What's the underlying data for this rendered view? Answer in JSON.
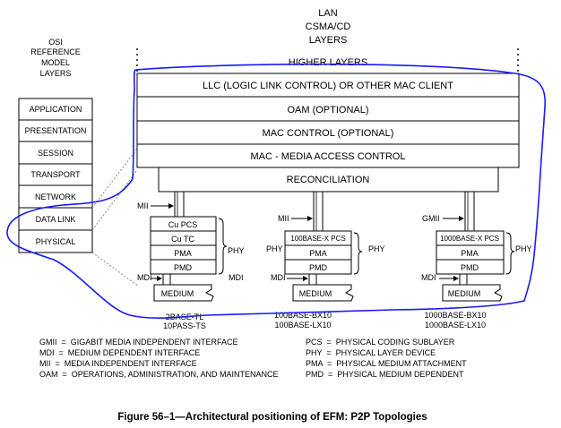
{
  "header": {
    "lan_lines": [
      "LAN",
      "CSMA/CD",
      "LAYERS"
    ],
    "osi_lines": [
      "OSI",
      "REFERENCE",
      "MODEL",
      "LAYERS"
    ],
    "higher_layers": "HIGHER LAYERS"
  },
  "osi_layers": [
    "APPLICATION",
    "PRESENTATION",
    "SESSION",
    "TRANSPORT",
    "NETWORK",
    "DATA LINK",
    "PHYSICAL"
  ],
  "stack_layers": [
    "LLC (LOGIC LINK CONTROL) OR OTHER MAC CLIENT",
    "OAM (OPTIONAL)",
    "MAC CONTROL (OPTIONAL)",
    "MAC - MEDIA ACCESS CONTROL",
    "RECONCILIATION"
  ],
  "phy_columns": {
    "left": {
      "interface": "MII",
      "sublayers": [
        "Cu PCS",
        "Cu TC",
        "PMA",
        "PMD"
      ],
      "phy_label": "PHY",
      "mdi_left": "MDI",
      "mdi_right": "MDI",
      "medium": "MEDIUM",
      "standards": [
        "2BASE-TL",
        "10PASS-TS"
      ]
    },
    "middle": {
      "interface": "MII",
      "sublayers": [
        "100BASE-X PCS",
        "PMA",
        "PMD"
      ],
      "phy_left": "PHY",
      "phy_right": "PHY",
      "mdi": "MDI",
      "medium": "MEDIUM",
      "standards": [
        "100BASE-BX10",
        "100BASE-LX10"
      ]
    },
    "right": {
      "interface": "GMII",
      "sublayers": [
        "1000BASE-X PCS",
        "PMA",
        "PMD"
      ],
      "phy_label": "PHY",
      "mdi": "MDI",
      "medium": "MEDIUM",
      "standards": [
        "1000BASE-BX10",
        "1000BASE-LX10"
      ]
    }
  },
  "glossary_left": [
    "GMII  =  GIGABIT MEDIA INDEPENDENT INTERFACE",
    "MDI  =  MEDIUM DEPENDENT INTERFACE",
    "MII  =  MEDIA INDEPENDENT INTERFACE",
    "OAM  =  OPERATIONS, ADMINISTRATION, AND MAINTENANCE"
  ],
  "glossary_right": [
    "PCS  =  PHYSICAL CODING SUBLAYER",
    "PHY  =  PHYSICAL LAYER DEVICE",
    "PMA  =  PHYSICAL MEDIUM ATTACHMENT",
    "PMD  =  PHYSICAL MEDIUM DEPENDENT"
  ],
  "caption": "Figure 56–1—Architectural positioning of EFM: P2P Topologies",
  "colors": {
    "ink": "#000000",
    "annotation": "#1a1aff",
    "dotted": "#888888"
  }
}
